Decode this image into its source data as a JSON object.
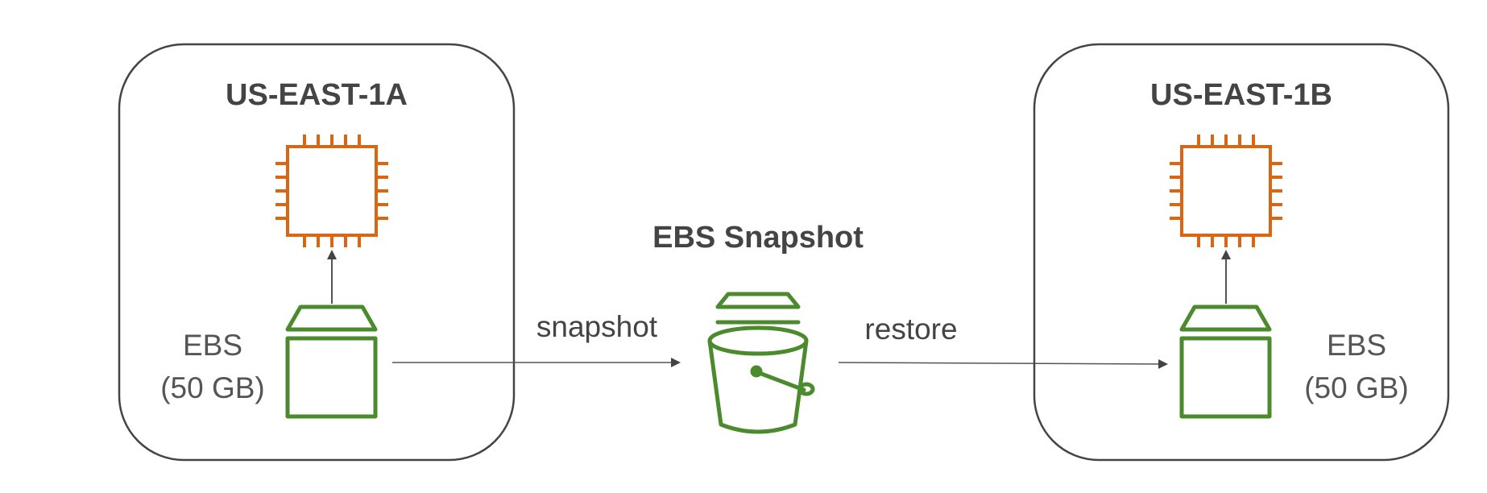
{
  "zones": [
    {
      "title": "US-EAST-1A",
      "volume": {
        "line1": "EBS",
        "line2": "(50 GB)"
      }
    },
    {
      "title": "US-EAST-1B",
      "volume": {
        "line1": "EBS",
        "line2": "(50 GB)"
      }
    }
  ],
  "snapshot": {
    "title": "EBS Snapshot"
  },
  "arrows": {
    "snapshot_label": "snapshot",
    "restore_label": "restore"
  },
  "colors": {
    "instance": "#D86613",
    "storage": "#4C8A2E",
    "zone_border": "#444444",
    "text": "#444444",
    "arrow": "#555555"
  },
  "icons": {
    "instance": "ec2-instance-icon",
    "volume": "ebs-volume-icon",
    "snapshot": "s3-bucket-icon"
  }
}
